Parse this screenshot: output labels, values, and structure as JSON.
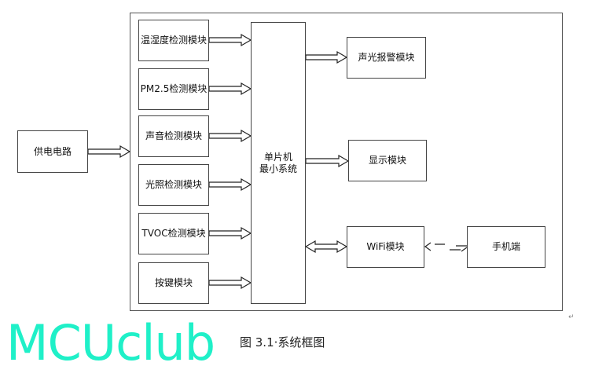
{
  "watermark": "MCUclub",
  "power": "供电电路",
  "inputs": [
    "温湿度检测模块",
    "PM2.5检测模块",
    "声音检测模块",
    "光照检测模块",
    "TVOC检测模块",
    "按键模块"
  ],
  "mcu": {
    "line1": "单片机",
    "line2": "最小系统"
  },
  "outputs": {
    "alarm": "声光报警模块",
    "display": "显示模块",
    "wifi": "WiFi模块",
    "phone": "手机端"
  },
  "caption": "图 3.1·系统框图",
  "paragraph_mark": "↵"
}
